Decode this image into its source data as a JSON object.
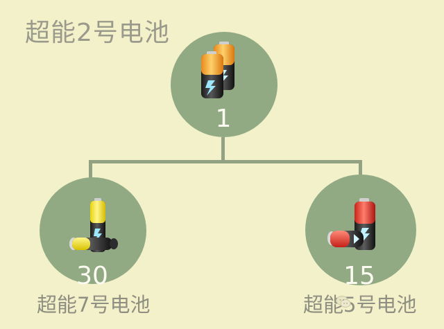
{
  "tree": {
    "root": {
      "label": "超能2号电池",
      "count": "1",
      "icon": "aa-battery-pair-orange-icon"
    },
    "children": [
      {
        "label": "超能7号电池",
        "count": "30",
        "icon": "aaa-battery-pair-yellow-icon"
      },
      {
        "label": "超能5号电池",
        "count": "15",
        "icon": "aa-battery-pair-red-icon"
      }
    ]
  },
  "colors": {
    "background": "#f3f1c9",
    "circle": "#91aa83",
    "connector": "#93a283",
    "count_text": "#fbfbf2",
    "label_text": "#8e8e82"
  }
}
